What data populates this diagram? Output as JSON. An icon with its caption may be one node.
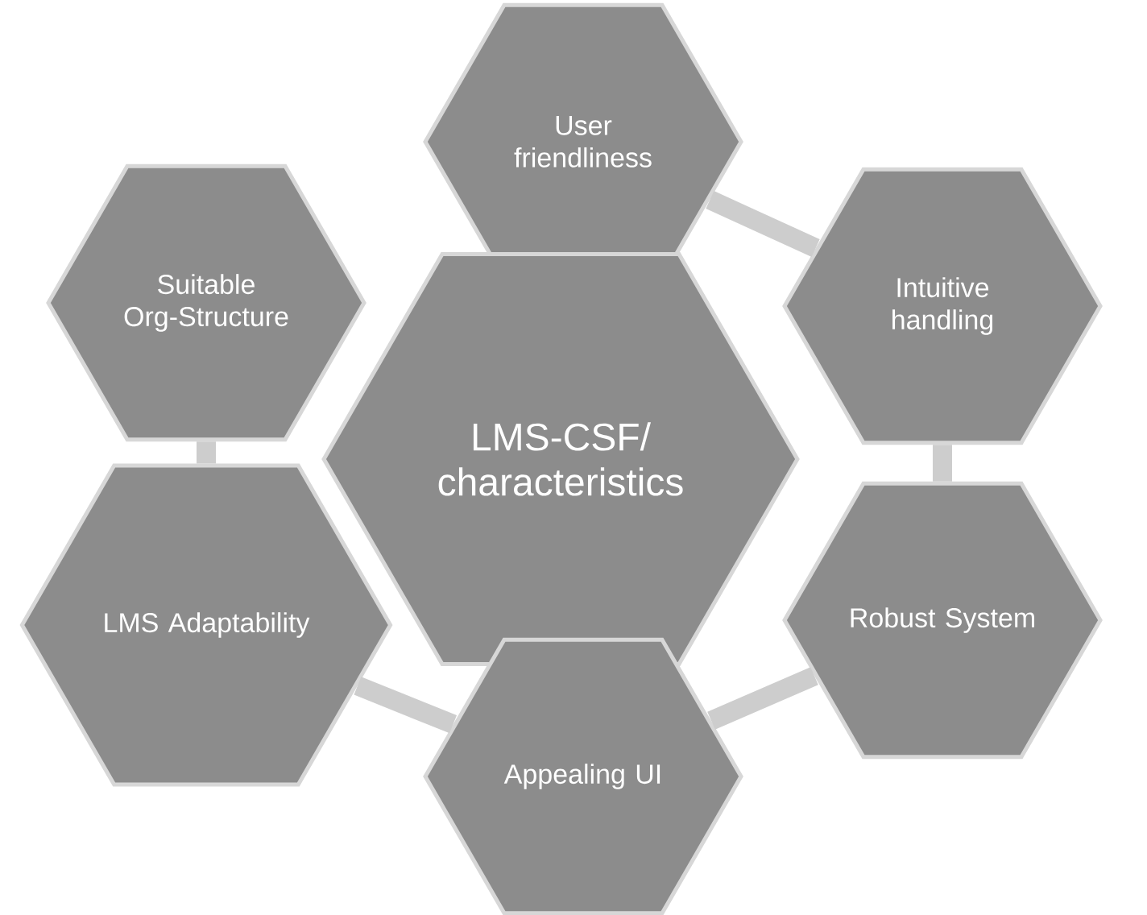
{
  "diagram": {
    "nodes": [
      {
        "text": [
          "User friendliness"
        ]
      },
      {
        "text": [
          "Suitable Org-Structure"
        ]
      },
      {
        "text": [
          "Intuitive handling"
        ]
      },
      {
        "text": [
          "LMS-CSF/ characteristics"
        ]
      },
      {
        "text": [
          "LMS Adaptability"
        ]
      },
      {
        "text": [
          "Robust System"
        ]
      },
      {
        "text": [
          "Appealing UI"
        ]
      }
    ],
    "edges": [
      {
        "from": 0,
        "to": 2,
        "arrow": "none"
      },
      {
        "from": 2,
        "to": 5,
        "arrow": "none"
      },
      {
        "from": 5,
        "to": 6,
        "arrow": "none"
      },
      {
        "from": 6,
        "to": 4,
        "arrow": "none"
      },
      {
        "from": 4,
        "to": 1,
        "arrow": "none"
      }
    ]
  }
}
